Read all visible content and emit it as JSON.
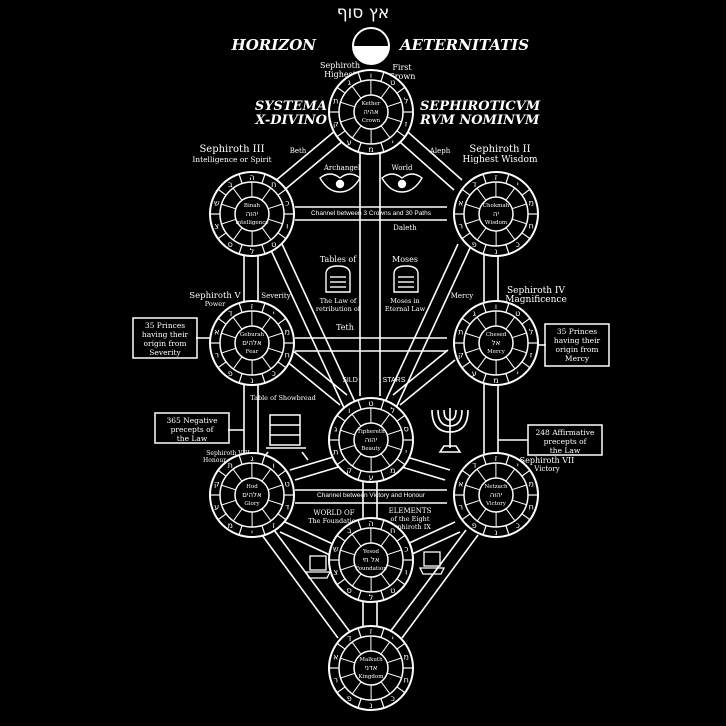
{
  "colors": {
    "background": "#000000",
    "ink": "#ffffff"
  },
  "header": {
    "hebrew_top": "אץ סוף",
    "left": "HORIZON",
    "right": "AETERNITATIS"
  },
  "system": {
    "left": [
      "SYSTEMA",
      "X-DIVINO"
    ],
    "right": [
      "SEPHIROTICVM",
      "RVM NOMINVM"
    ]
  },
  "sephiroth": {
    "kether": {
      "top_left": [
        "Sephiroth",
        "Highest"
      ],
      "top_right": [
        "First",
        "Crown"
      ],
      "inner": [
        "Kether",
        "אהיה",
        "Crown"
      ]
    },
    "chokmah": {
      "title": [
        "Sephiroth II",
        "Highest Wisdom"
      ],
      "inner": [
        "Chokmah",
        "יה",
        "Wisdom"
      ]
    },
    "binah": {
      "title": [
        "Sephiroth III",
        "Intelligence or Spirit"
      ],
      "inner": [
        "Binah",
        "יהוה",
        "Intelligence"
      ]
    },
    "geburah": {
      "title": [
        "Sephiroth V",
        "Power"
      ],
      "inner": [
        "Geburah",
        "אלהים",
        "Fear"
      ]
    },
    "chesed": {
      "title": [
        "Sephiroth IV",
        "Magnificence"
      ],
      "inner": [
        "Chesed",
        "אל",
        "Mercy"
      ]
    },
    "tiphereth": {
      "inner": [
        "Tiphereth",
        "יהוה",
        "Beauty"
      ]
    },
    "hod": {
      "inner": [
        "Hod",
        "אלהים",
        "Glory"
      ]
    },
    "netzach": {
      "title": [
        "Sephiroth VII",
        "Victory"
      ],
      "inner": [
        "Netzach",
        "יהוה",
        "Victory"
      ]
    },
    "yesod": {
      "inner": [
        "Yesod",
        "אל חי",
        "Foundation"
      ]
    },
    "malkuth": {
      "inner": [
        "Malkuth",
        "אדני",
        "Kingdom"
      ]
    }
  },
  "labels": {
    "archangel": "Archangel",
    "world": "World",
    "tables_of": "Tables of",
    "moses": "Moses",
    "law_of_retribution": [
      "The Law of",
      "retribution of"
    ],
    "moses_eternal_law": [
      "Moses in",
      "Eternal Law"
    ],
    "severity": "Severity",
    "mercy": "Mercy",
    "teth": "Teth",
    "dalet": "Daleth",
    "beth": "Beth",
    "aleph": "Aleph",
    "stars": "STARS",
    "sild": "SILD",
    "table_showbread": "Table of Showbread",
    "world_of_foundation": [
      "WORLD OF",
      "The Foundation"
    ],
    "elements": [
      "ELEMENTS",
      "of the Eight",
      "Sephiroth IX"
    ],
    "sephiroth_viii": [
      "Sephiroth VIII",
      "Honour or Glory"
    ],
    "channel_top": "Channel between 3 Crowns and 30 Paths",
    "channel_bottom": "Channel between Victory and Honour"
  },
  "side_boxes": {
    "left_top": [
      "35 Princes",
      "having their",
      "origin from",
      "Severity"
    ],
    "right_top": [
      "35 Princes",
      "having their",
      "origin from",
      "Mercy"
    ],
    "left_mid": [
      "365 Negative",
      "precepts of",
      "the Law"
    ],
    "right_mid": [
      "248 Affirmative",
      "precepts of",
      "the Law"
    ]
  }
}
